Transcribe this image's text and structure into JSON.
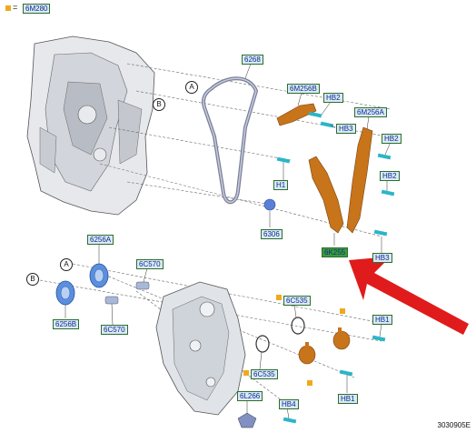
{
  "legend": {
    "label": "6M280",
    "color": "#f2a81d"
  },
  "callouts": {
    "a1": "A",
    "b1": "B",
    "a2": "A",
    "b2": "B"
  },
  "parts": {
    "chain": "6268",
    "guide_upper": "6M256B",
    "hb2_top": "HB2",
    "hb3": "HB3",
    "guide_right": "6M256A",
    "hb2_mid": "HB2",
    "h1": "H1",
    "hb2_low": "HB2",
    "tensioner_pin": "6306",
    "tensioner_arm": "6K255",
    "hb3_low": "HB3",
    "seal_a": "6256A",
    "bolt_a": "6C570",
    "seal_b": "6256B",
    "bolt_b": "6C570",
    "oring_upper": "6C535",
    "hb1_upper": "HB1",
    "oring_lower": "6C535",
    "hb1_lower": "HB1",
    "mount": "6L266",
    "hb4": "HB4"
  },
  "figure_number": "3030905E",
  "colors": {
    "label_bg": "#dbe9f7",
    "label_border": "#2a6f2a",
    "label_text": "#0a2b8a",
    "highlight": "#3c9a3c",
    "arrow": "#e01b1b",
    "bronze": "#c8741a",
    "teal": "#2bb5c8",
    "steel": "#c8ccd4"
  }
}
